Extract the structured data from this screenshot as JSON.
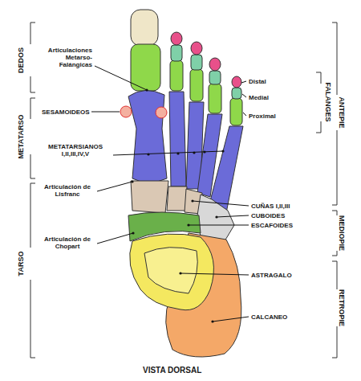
{
  "diagram": {
    "caption": "VISTA DORSAL",
    "labels": [
      "DEDOS",
      "METATARSO",
      "TARSO",
      "Articulaciones Metarso- Falángicas",
      "SESAMOIDEOS",
      "METATARSIANOS I,II,III,IV,V",
      "Articulación de Lisfranc",
      "Articulación de Chopart",
      "Distal",
      "Medial",
      "Proximal",
      "FALANGES",
      "ANTEPIE",
      "CUÑAS I,II,III",
      "CUBOIDES",
      "ESCAFOIDES",
      "MEDIOPIE",
      "ASTRAGALO",
      "CALCANEO",
      "RETROPIE"
    ]
  }
}
